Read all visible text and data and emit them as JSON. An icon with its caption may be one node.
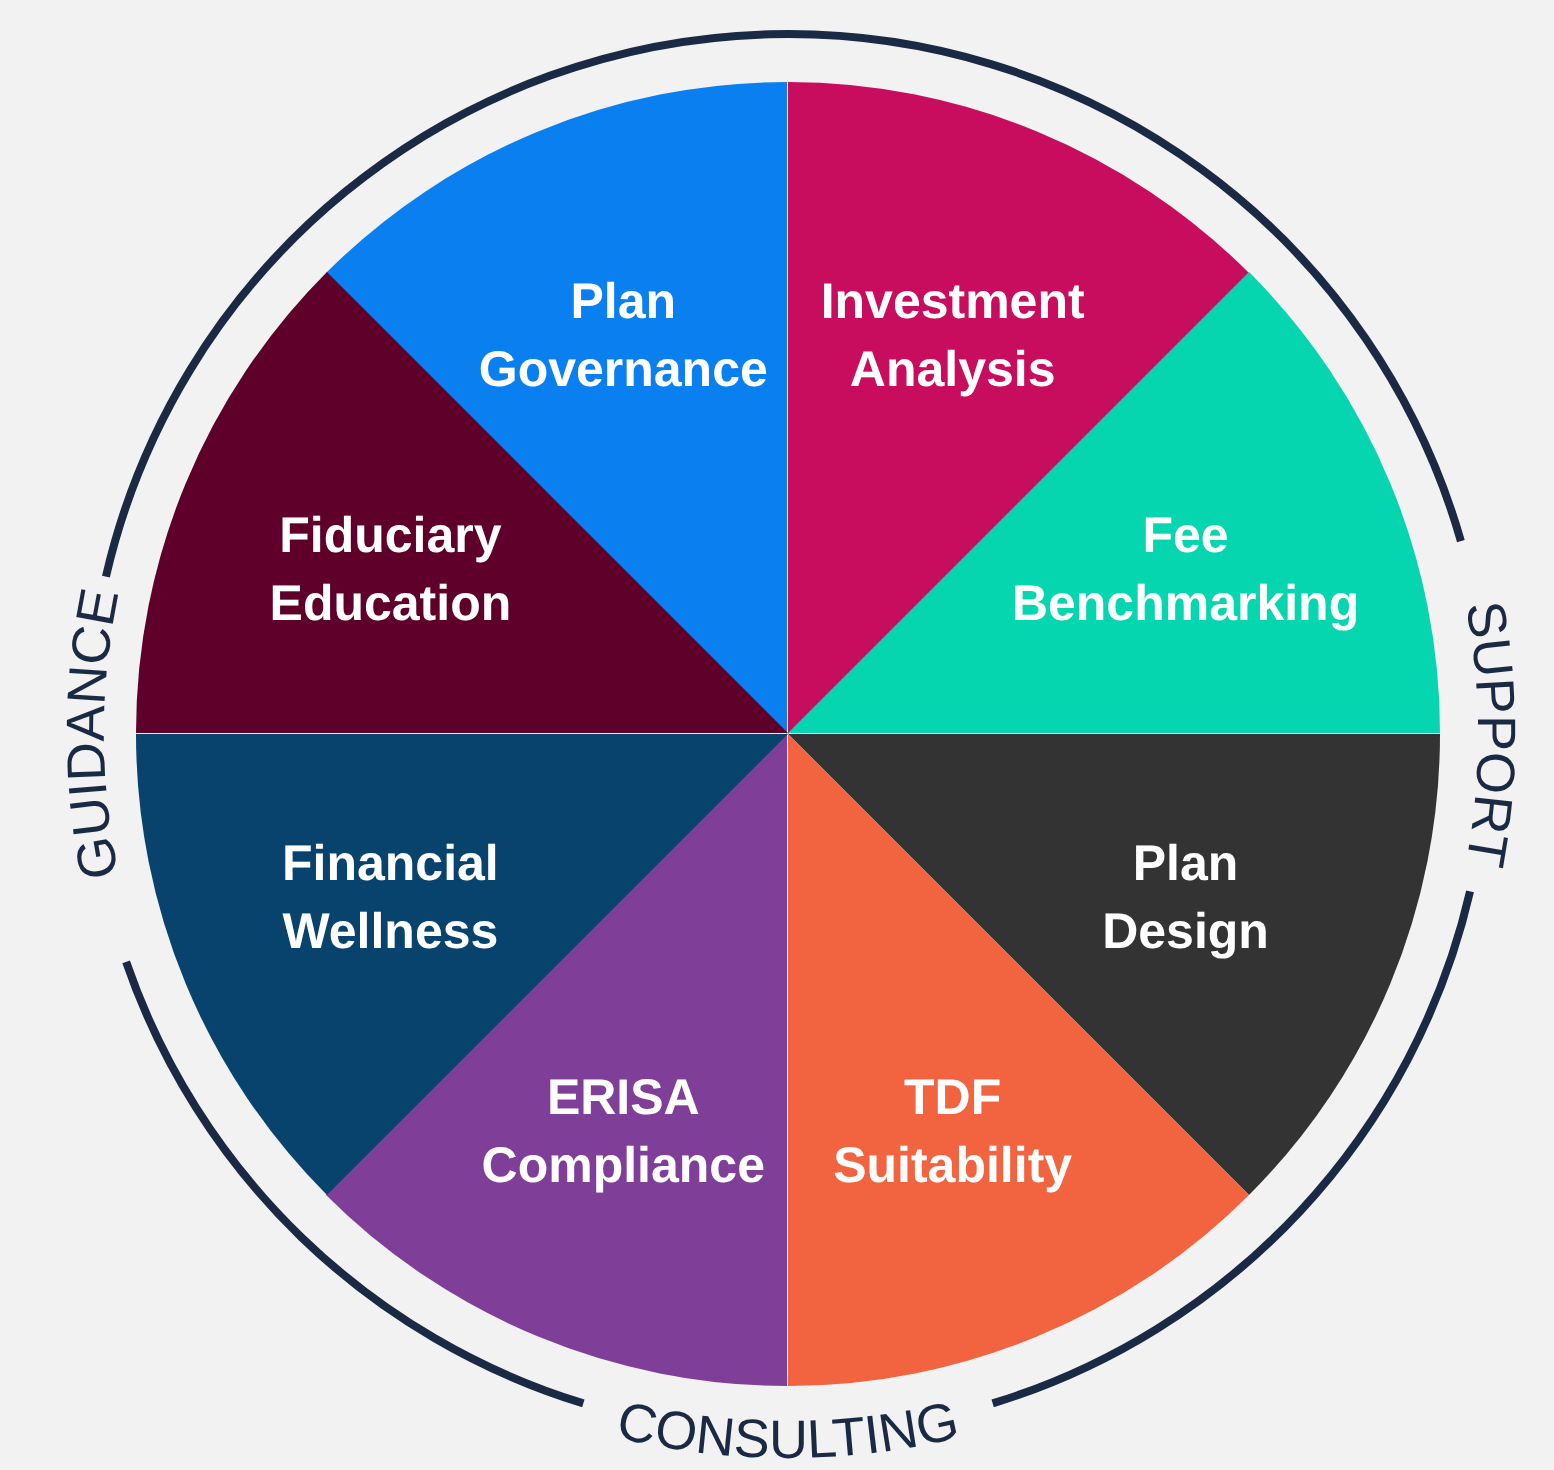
{
  "diagram": {
    "nodes": [
      {
        "text": [
          "Plan Governance"
        ]
      },
      {
        "text": [
          "Investment Analysis"
        ]
      },
      {
        "text": [
          "Fee Benchmarking"
        ]
      },
      {
        "text": [
          "Plan Design"
        ]
      },
      {
        "text": [
          "TDF Suitability"
        ]
      },
      {
        "text": [
          "ERISA Compliance"
        ]
      },
      {
        "text": [
          "Financial Wellness"
        ]
      },
      {
        "text": [
          "Fiduciary Education"
        ]
      }
    ],
    "labels": [
      "GUIDANCE",
      "SUPPORT",
      "CONSULTING"
    ]
  }
}
